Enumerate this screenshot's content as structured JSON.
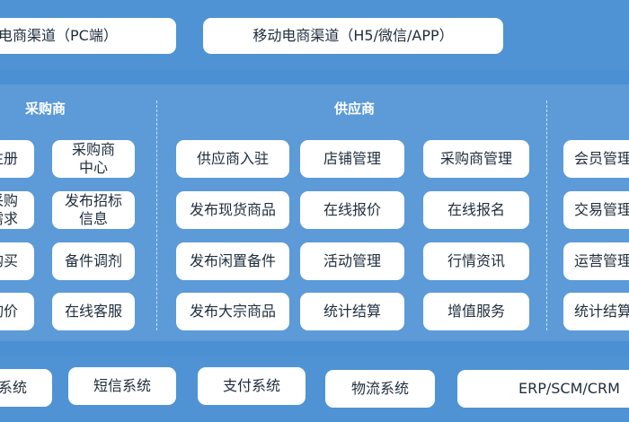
{
  "channels": {
    "pc": "电商渠道（PC端）",
    "mobile": "移动电商渠道（H5/微信/APP）"
  },
  "sections": {
    "buyer": {
      "title": "采购商",
      "items": [
        "注册",
        "采购商\n中心",
        "采购\n需求",
        "发布招标\n信息",
        "购买",
        "备件调剂",
        "询价",
        "在线客服"
      ]
    },
    "supplier": {
      "title": "供应商",
      "items": [
        "供应商入驻",
        "店铺管理",
        "采购商管理",
        "发布现货商品",
        "在线报价",
        "在线报名",
        "发布闲置备件",
        "活动管理",
        "行情资讯",
        "发布大宗商品",
        "统计结算",
        "增值服务"
      ]
    },
    "operator": {
      "items": [
        "会员管理",
        "交易管理",
        "运营管理",
        "统计结算"
      ]
    }
  },
  "systems": [
    "系统",
    "短信系统",
    "支付系统",
    "物流系统",
    "ERP/SCM/CRM"
  ]
}
